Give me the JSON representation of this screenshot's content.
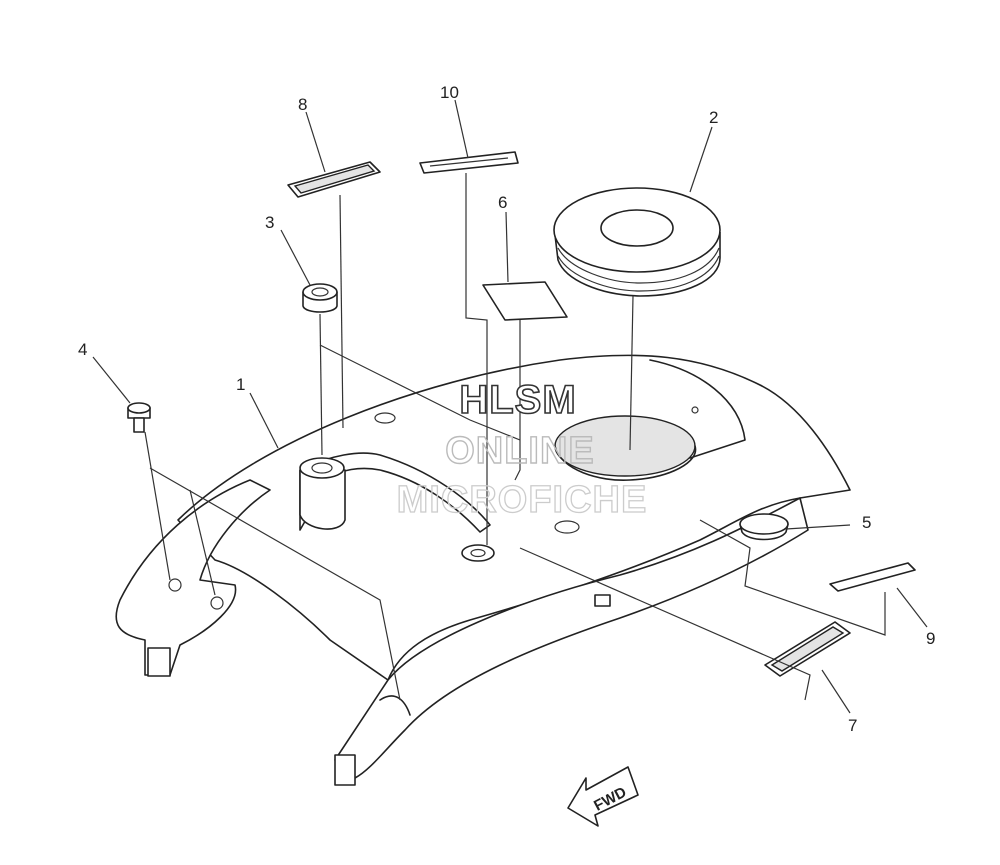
{
  "callouts": [
    {
      "id": "1",
      "label": "1"
    },
    {
      "id": "2",
      "label": "2"
    },
    {
      "id": "3",
      "label": "3"
    },
    {
      "id": "4",
      "label": "4"
    },
    {
      "id": "5",
      "label": "5"
    },
    {
      "id": "6",
      "label": "6"
    },
    {
      "id": "7",
      "label": "7"
    },
    {
      "id": "8",
      "label": "8"
    },
    {
      "id": "9",
      "label": "9"
    },
    {
      "id": "10",
      "label": "10"
    }
  ],
  "watermark": {
    "line1": "HLSM",
    "line2": "ONLINE",
    "line3": "MICROFICHE"
  },
  "direction_arrow": {
    "label": "FWD"
  }
}
